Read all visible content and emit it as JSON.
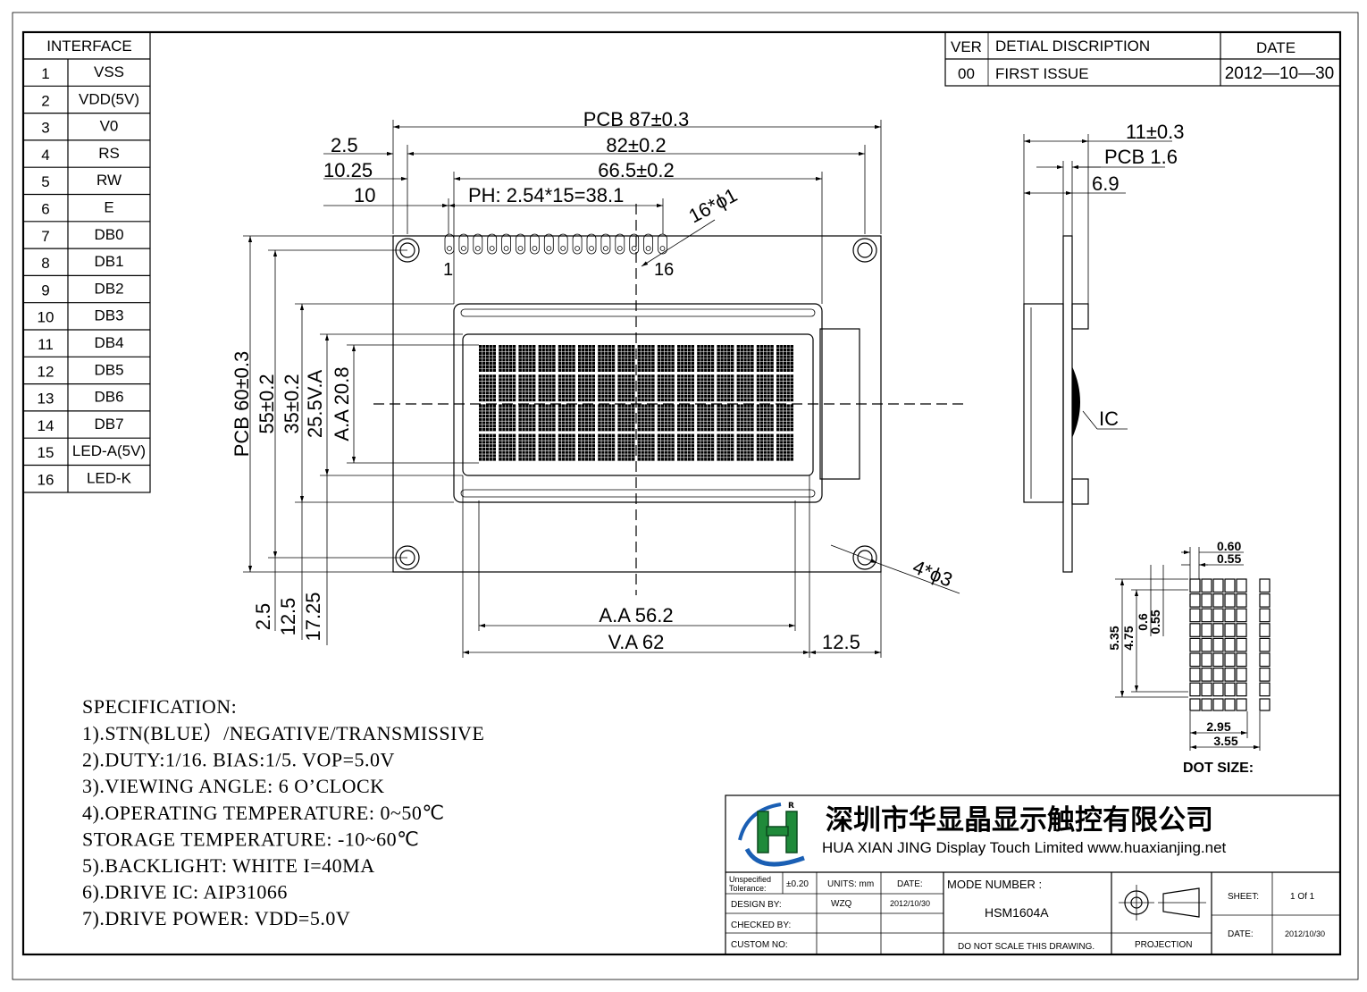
{
  "interface": {
    "title": "INTERFACE",
    "pins": [
      {
        "no": "1",
        "name": "VSS"
      },
      {
        "no": "2",
        "name": "VDD(5V)"
      },
      {
        "no": "3",
        "name": "V0"
      },
      {
        "no": "4",
        "name": "RS"
      },
      {
        "no": "5",
        "name": "RW"
      },
      {
        "no": "6",
        "name": "E"
      },
      {
        "no": "7",
        "name": "DB0"
      },
      {
        "no": "8",
        "name": "DB1"
      },
      {
        "no": "9",
        "name": "DB2"
      },
      {
        "no": "10",
        "name": "DB3"
      },
      {
        "no": "11",
        "name": "DB4"
      },
      {
        "no": "12",
        "name": "DB5"
      },
      {
        "no": "13",
        "name": "DB6"
      },
      {
        "no": "14",
        "name": "DB7"
      },
      {
        "no": "15",
        "name": "LED-A(5V)"
      },
      {
        "no": "16",
        "name": "LED-K"
      }
    ]
  },
  "revision": {
    "headers": [
      "VER",
      "DETIAL DISCRIPTION",
      "DATE"
    ],
    "row": {
      "ver": "00",
      "desc": "FIRST ISSUE",
      "date": "2012—10—30"
    }
  },
  "front_dims": {
    "pcb_w": "PCB  87±0.3",
    "w82": "82±0.2",
    "w665": "66.5±0.2",
    "pitch": "PH: 2.54*15=38.1",
    "l25": "2.5",
    "l1025": "10.25",
    "l10": "10",
    "holes": "16*ϕ1",
    "pin1": "1",
    "pin16": "16",
    "pcb_h": "PCB  60±0.3",
    "h55": "55±0.2",
    "h35": "35±0.2",
    "h255": "25.5V.A",
    "h208": "A.A  20.8",
    "b25": "2.5",
    "b125": "12.5",
    "b1725": "17.25",
    "aa": "A.A  56.2",
    "va": "V.A  62",
    "r125": "12.5",
    "mount": "4*ϕ3"
  },
  "side_dims": {
    "d11": "11±0.3",
    "pcb": "PCB  1.6",
    "d69": "6.9",
    "ic": "IC"
  },
  "dot": {
    "d060": "0.60",
    "d055": "0.55",
    "d535": "5.35",
    "d475": "4.75",
    "d06": "0.6",
    "d055b": "0.55",
    "d295": "2.95",
    "d355": "3.55",
    "label": "DOT SIZE:"
  },
  "spec": {
    "title": "SPECIFICATION:",
    "lines": [
      "1).STN(BLUE）/NEGATIVE/TRANSMISSIVE",
      "2).DUTY:1/16.  BIAS:1/5.  VOP=5.0V",
      "3).VIEWING ANGLE: 6 O’CLOCK",
      "4).OPERATING TEMPERATURE: 0~50℃",
      "    STORAGE TEMPERATURE: -10~60℃",
      "5).BACKLIGHT: WHITE   I=40MA",
      "6).DRIVE IC: AIP31066",
      "7).DRIVE POWER: VDD=5.0V"
    ]
  },
  "title_block": {
    "company_cn": "深圳市华显晶显示触控有限公司",
    "company_en": "HUA XIAN JING Display Touch Limited www.huaxianjing.net",
    "unspec": "Unspecified",
    "tolerance": "Tolerance:",
    "tol_val": "±0.20",
    "units": "UNITS: mm",
    "date_label": "DATE:",
    "date_val": "2012/10/30",
    "design": "DESIGN    BY:",
    "designer": "WZQ",
    "design_date": "2012/10/30",
    "checked": "CHECKED  BY:",
    "custom": "CUSTOM NO:",
    "mode_label": "MODE NUMBER :",
    "mode_val": "HSM1604A",
    "noscale": "DO NOT SCALE THIS DRAWING.",
    "projection": "PROJECTION",
    "sheet_label": "SHEET:",
    "sheet_val": "1  Of  1",
    "date2_label": "DATE:",
    "date2_val": "2012/10/30"
  },
  "colors": {
    "logo_green": "#1f8a3a",
    "logo_blue": "#1a5fb4",
    "ink": "#000000"
  }
}
